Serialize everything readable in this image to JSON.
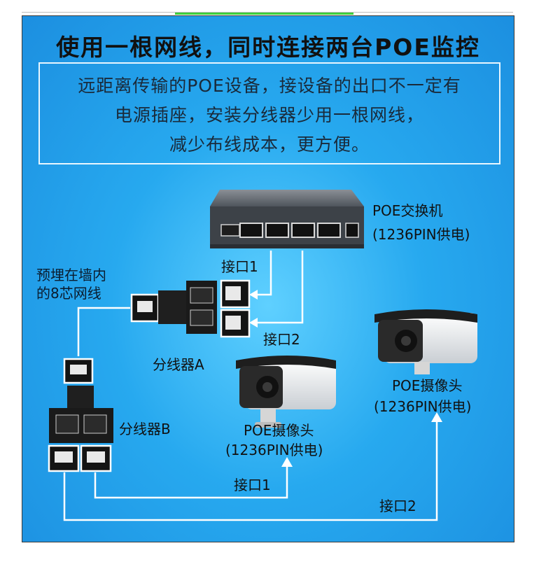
{
  "title": "使用一根网线，同时连接两台POE监控",
  "info": {
    "line1": "远距离传输的POE设备，接设备的出口不一定有",
    "line2": "电源插座，安装分线器少用一根网线，",
    "line3": "减少布线成本，更方便。"
  },
  "switch": {
    "name": "POE交换机",
    "spec": "(1236PIN供电)"
  },
  "labels": {
    "port1_top": "接口1",
    "port2_top": "接口2",
    "wall_cable_1": "预埋在墙内",
    "wall_cable_2": "的8芯网线",
    "splitter_a": "分线器A",
    "splitter_b": "分线器B",
    "port1_bottom": "接口1",
    "port2_bottom": "接口2"
  },
  "camera_left": {
    "name": "POE摄像头",
    "spec": "(1236PIN供电)"
  },
  "camera_right": {
    "name": "POE摄像头",
    "spec": "(1236PIN供电)"
  },
  "colors": {
    "panel": "#27a9ef",
    "line": "#ffffff",
    "accent": "#3ecf3a"
  }
}
